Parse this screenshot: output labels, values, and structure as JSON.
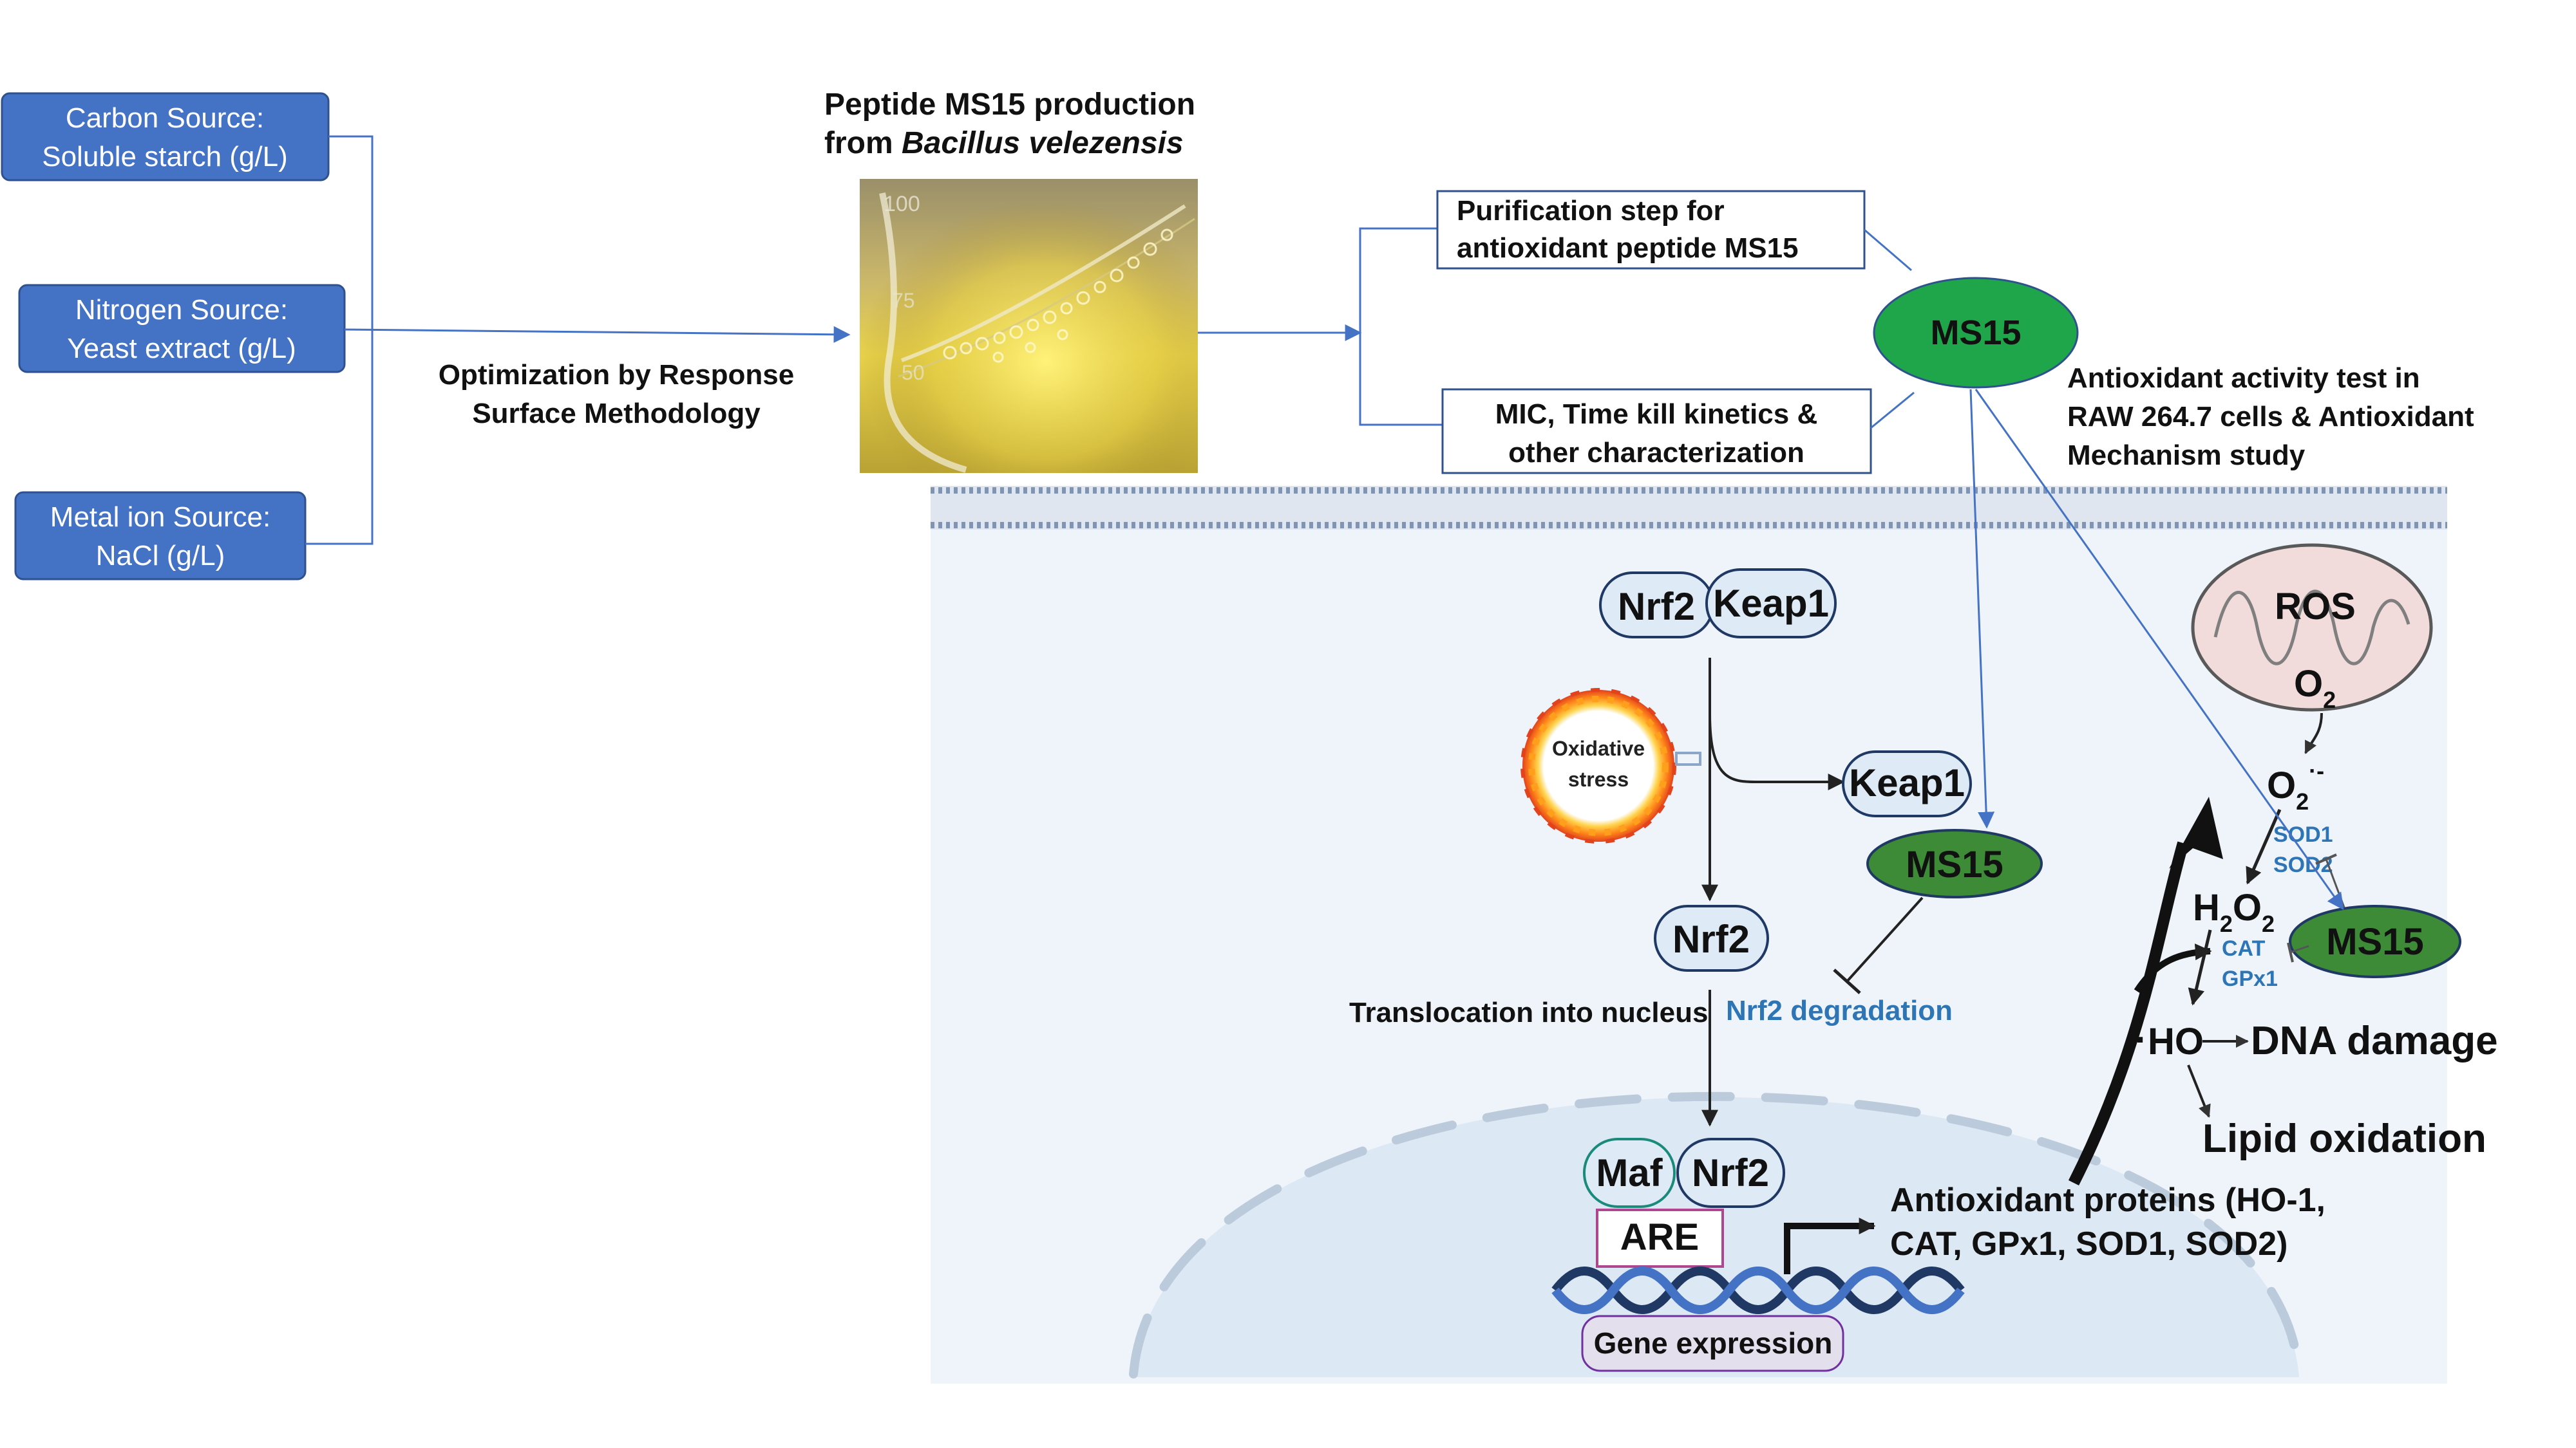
{
  "sources": {
    "carbon": [
      "Carbon Source:",
      "Soluble starch (g/L)"
    ],
    "nitrogen": [
      "Nitrogen Source:",
      "Yeast extract (g/L)"
    ],
    "metal": [
      "Metal ion Source:",
      "NaCl (g/L)"
    ]
  },
  "optimization": [
    "Optimization by Response",
    "Surface Methodology"
  ],
  "production": {
    "line1": "Peptide MS15 production",
    "line2_prefix": "from ",
    "line2_italic": "Bacillus velezensis"
  },
  "flask": {
    "mark_100": "100",
    "mark_75": "75",
    "mark_50": "50"
  },
  "purification": [
    "Purification step for",
    "antioxidant peptide MS15"
  ],
  "mic": [
    "MIC, Time kill kinetics &",
    "other characterization"
  ],
  "ms15_top": "MS15",
  "antioxidant_test": [
    "Antioxidant activity test in",
    "RAW 264.7 cells & Antioxidant",
    "Mechanism study"
  ],
  "pathway": {
    "nrf2": "Nrf2",
    "keap1": "Keap1",
    "oxidative_stress": [
      "Oxidative",
      "stress"
    ],
    "ms15": "MS15",
    "translocation": "Translocation into nucleus",
    "nrf2_degradation": "Nrf2 degradation",
    "maf": "Maf",
    "are": "ARE",
    "gene_expression": "Gene expression",
    "antioxidant_proteins": [
      "Antioxidant proteins (HO-1,",
      "CAT, GPx1, SOD1, SOD2)"
    ]
  },
  "ros": {
    "ros": "ROS",
    "o2": "O",
    "o2_sub": "2",
    "superoxide": "O",
    "superoxide_sub": "2",
    "superoxide_sup": "·-",
    "sod1": "SOD1",
    "sod2": "SOD2",
    "h2o2_h": "H",
    "h2o2_sub1": "2",
    "h2o2_o": "O",
    "h2o2_sub2": "2",
    "cat": "CAT",
    "gpx1": "GPx1",
    "ms15": "MS15",
    "hydroxyl_dot": "·",
    "hydroxyl": "HO",
    "dna_damage": "DNA damage",
    "lipid_oxidation": "Lipid oxidation"
  },
  "colors": {
    "source_box": "#4472C4",
    "ms15_green": "#1FA54A",
    "ms15_dark_green": "#3D8B37",
    "connector_blue": "#4472C4",
    "enzyme_blue": "#2E75B6",
    "cell_bg": "#EEF4FA"
  }
}
